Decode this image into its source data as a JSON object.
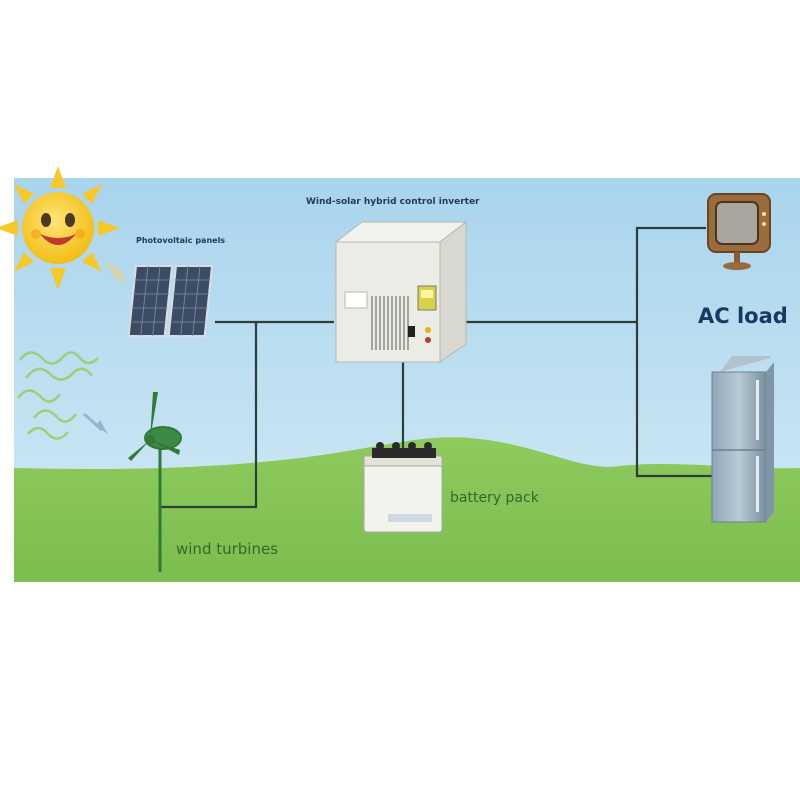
{
  "diagram": {
    "labels": {
      "inverter": "Wind-solar hybrid control inverter",
      "pv_panels": "Photovoltaic panels",
      "ac_load": "AC load",
      "battery": "battery pack",
      "wind": "wind turbines"
    },
    "components": [
      {
        "name": "sun",
        "icon": "sun-icon"
      },
      {
        "name": "wind-gust",
        "icon": "wind-gust-icon"
      },
      {
        "name": "photovoltaic-panels",
        "icon": "solar-panel-icon"
      },
      {
        "name": "wind-turbine",
        "icon": "wind-turbine-icon"
      },
      {
        "name": "hybrid-inverter",
        "icon": "inverter-icon"
      },
      {
        "name": "battery-pack",
        "icon": "battery-icon"
      },
      {
        "name": "television",
        "icon": "tv-icon"
      },
      {
        "name": "refrigerator",
        "icon": "fridge-icon"
      }
    ],
    "colors": {
      "sky": "#b9dbef",
      "grass": "#86c35a",
      "wire": "#2c3e3c",
      "sun": "#f6c928",
      "turbine": "#2f7a3a"
    }
  }
}
